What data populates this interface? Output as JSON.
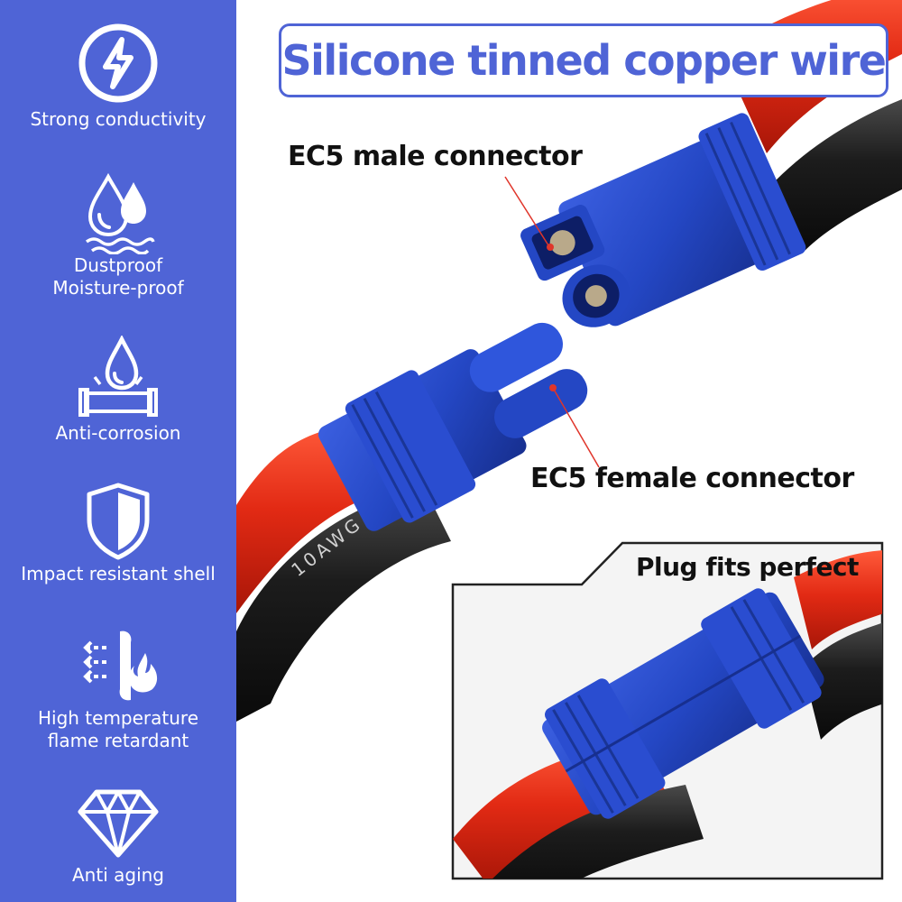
{
  "sidebar": {
    "background": "#4f64d6",
    "features": [
      {
        "icon": "lightning-circle-icon",
        "lines": [
          "Strong conductivity"
        ]
      },
      {
        "icon": "water-drops-icon",
        "lines": [
          "Dustproof",
          "Moisture-proof"
        ]
      },
      {
        "icon": "drop-pipe-icon",
        "lines": [
          "Anti-corrosion"
        ]
      },
      {
        "icon": "shield-icon",
        "lines": [
          "Impact resistant shell"
        ]
      },
      {
        "icon": "heat-flame-icon",
        "lines": [
          "High temperature",
          "flame retardant"
        ]
      },
      {
        "icon": "diamond-icon",
        "lines": [
          "Anti aging"
        ]
      }
    ]
  },
  "title": "Silicone tinned copper wire",
  "callouts": {
    "male": "EC5 male connector",
    "female": "EC5 female connector"
  },
  "inset": {
    "label": "Plug fits perfect"
  },
  "photo": {
    "connector_color": "#2447c4",
    "red_wire_color": "#e22a14",
    "black_wire_color": "#1c1c1c",
    "wire_gauge_text": "10AWG"
  }
}
